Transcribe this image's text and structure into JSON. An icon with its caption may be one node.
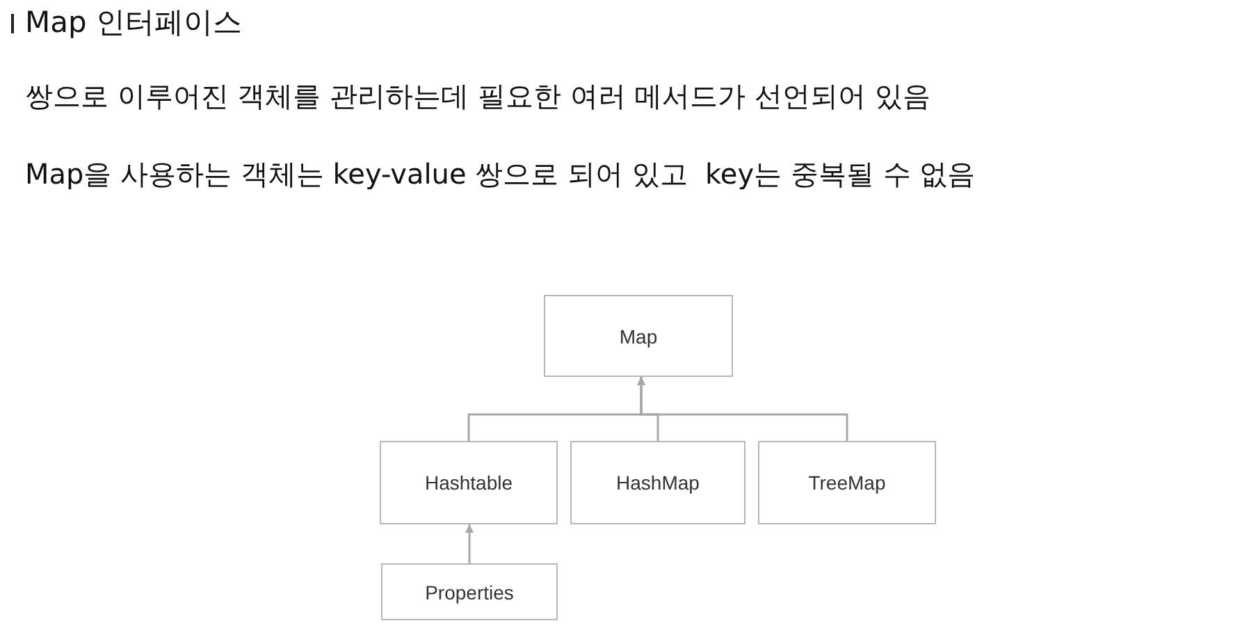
{
  "diagram": {
    "title": "Map 인터페이스",
    "nodes": [
      {
        "text": [
          "Map"
        ]
      },
      {
        "text": [
          "Hashtable"
        ]
      },
      {
        "text": [
          "HashMap"
        ]
      },
      {
        "text": [
          "TreeMap"
        ]
      },
      {
        "text": [
          "Properties"
        ]
      }
    ],
    "edges": [
      {
        "from": 1,
        "to": 0,
        "arrow": "to"
      },
      {
        "from": 2,
        "to": 0,
        "arrow": "to"
      },
      {
        "from": 3,
        "to": 0,
        "arrow": "to"
      },
      {
        "from": 4,
        "to": 1,
        "arrow": "to"
      }
    ],
    "labels": [
      "쌍으로 이루어진 객체를 관리하는데 필요한 여러 메서드가 선언되어 있음",
      "Map을 사용하는 객체는 key-value 쌍으로 되어 있고  key는 중복될 수 없음"
    ]
  }
}
